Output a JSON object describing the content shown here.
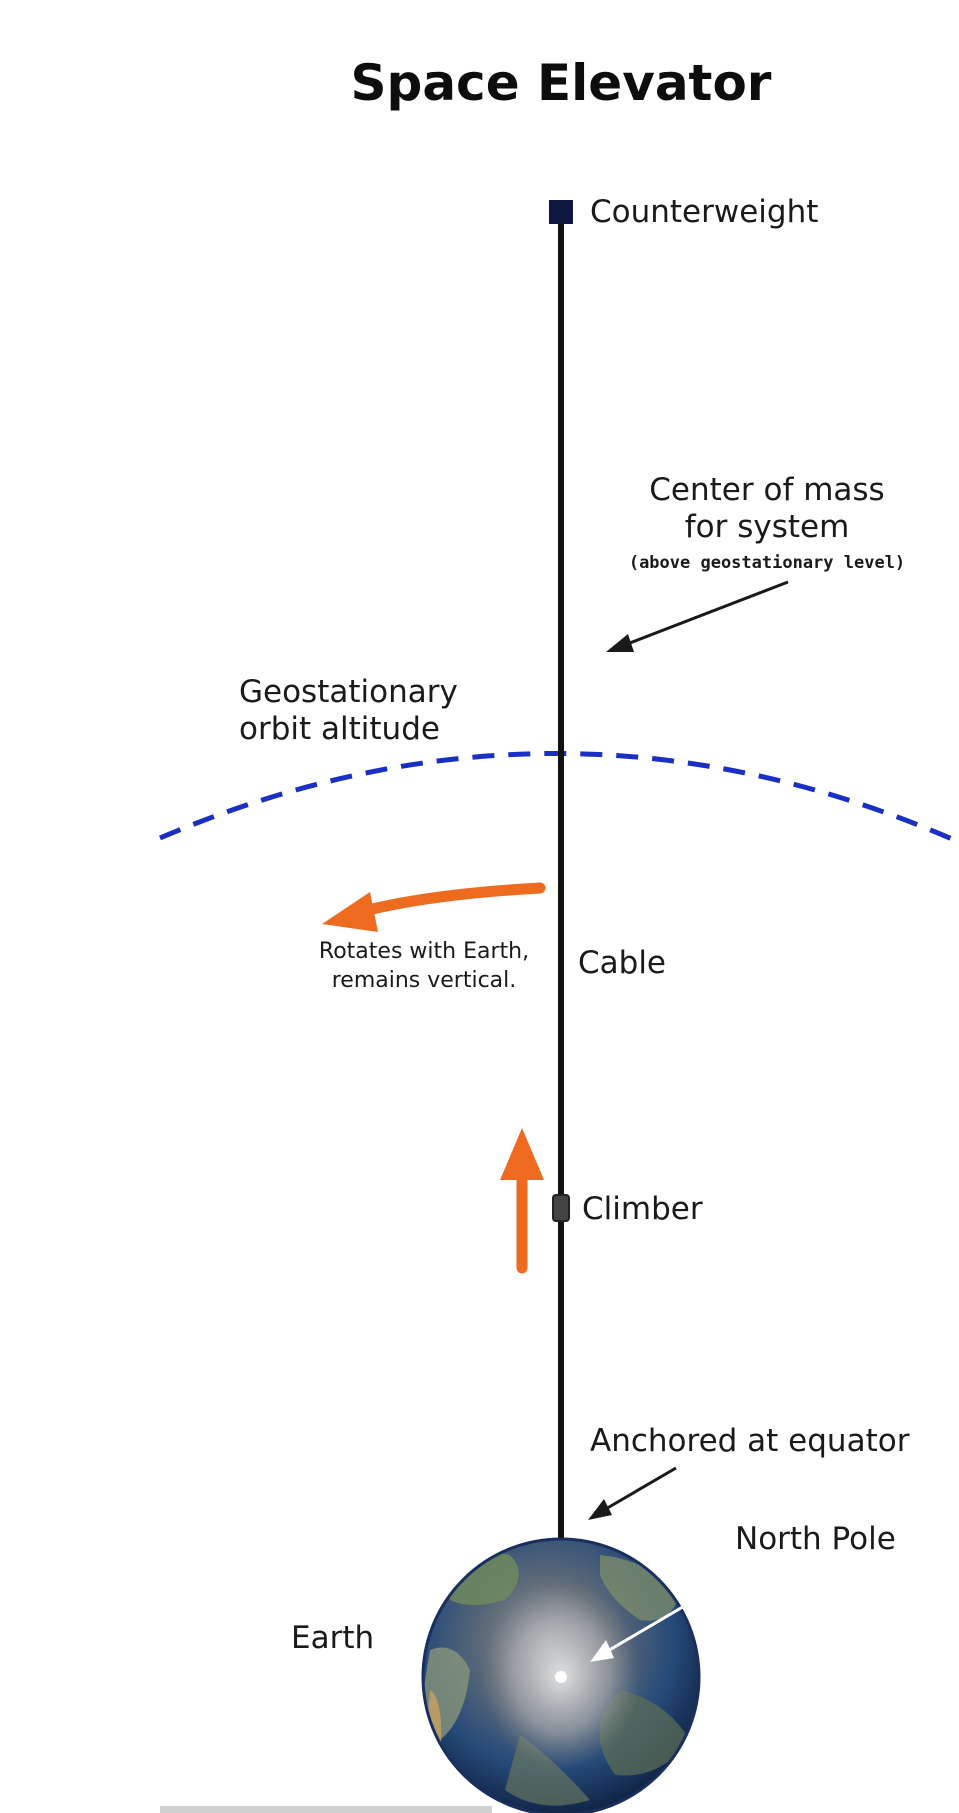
{
  "title": "Space Elevator",
  "labels": {
    "counterweight": "Counterweight",
    "center_of_mass_line1": "Center of mass",
    "center_of_mass_line2": "for system",
    "center_of_mass_note": "(above geostationary level)",
    "geo_line1": "Geostationary",
    "geo_line2": "orbit altitude",
    "rotates_line1": "Rotates with Earth,",
    "rotates_line2": "remains vertical.",
    "cable": "Cable",
    "climber": "Climber",
    "anchored": "Anchored at equator",
    "north_pole": "North Pole",
    "earth": "Earth"
  },
  "colors": {
    "cable": "#111111",
    "counterweight": "#0f1640",
    "orbit": "#1a2fc4",
    "motion_arrow": "#ee6a1f",
    "pointer_arrow": "#1a1a1a",
    "pole_arrow": "#ffffff",
    "ocean": "#1c3d6e",
    "land": "#7a8a66"
  }
}
